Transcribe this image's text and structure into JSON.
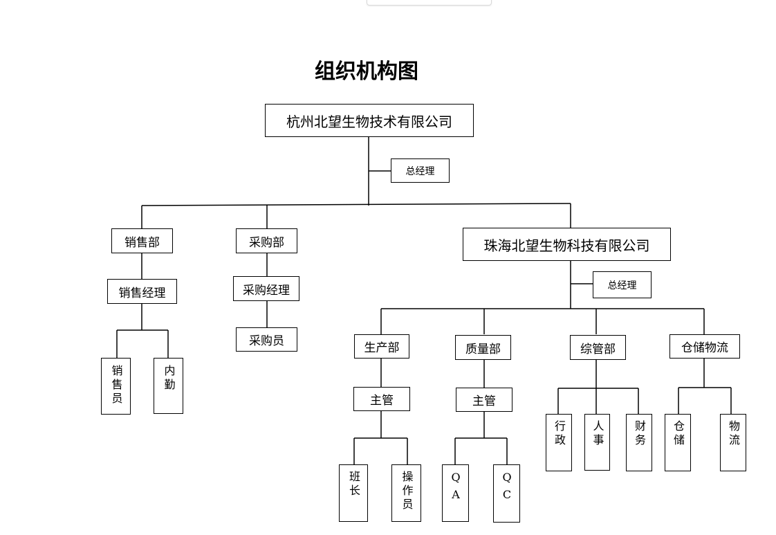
{
  "title": "组织机构图",
  "nodes": {
    "hangzhou_company": "杭州北望生物技术有限公司",
    "gm_hangzhou": "总经理",
    "sales_dept": "销售部",
    "sales_manager": "销售经理",
    "salesperson": "销售员",
    "internal_support": "内勤",
    "purchasing_dept": "采购部",
    "purchasing_manager": "采购经理",
    "purchaser": "采购员",
    "zhuhai_company": "珠海北望生物科技有限公司",
    "gm_zhuhai": "总经理",
    "production_dept": "生产部",
    "production_supervisor": "主管",
    "team_leader": "班长",
    "operator": "操作员",
    "quality_dept": "质量部",
    "quality_supervisor": "主管",
    "qa": "QA",
    "qc": "QC",
    "admin_dept": "综管部",
    "administration": "行政",
    "hr": "人事",
    "finance": "财务",
    "warehouse_logistics": "仓储物流",
    "warehouse": "仓储",
    "logistics": "物流"
  }
}
